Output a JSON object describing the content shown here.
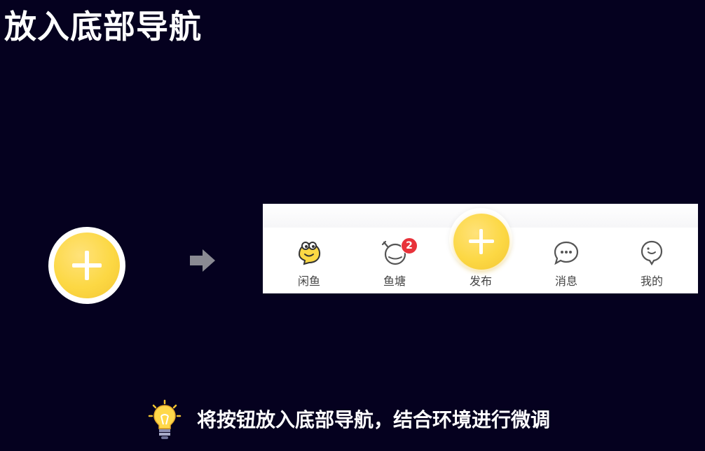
{
  "title": "放入底部导航",
  "tabbar": {
    "tabs": [
      {
        "label": "闲鱼",
        "icon": "fish-mascot-icon"
      },
      {
        "label": "鱼塘",
        "icon": "pond-icon",
        "badge": "2"
      },
      {
        "label": "发布",
        "icon": "plus-icon"
      },
      {
        "label": "消息",
        "icon": "chat-bubble-icon"
      },
      {
        "label": "我的",
        "icon": "profile-icon"
      }
    ]
  },
  "caption": {
    "icon": "lightbulb-icon",
    "text": "将按钮放入底部导航，结合环境进行微调"
  },
  "colors": {
    "background": "#05011f",
    "accent_yellow": "#fcd844",
    "badge_red": "#e8323a",
    "arrow_gray": "#8a8a92"
  }
}
